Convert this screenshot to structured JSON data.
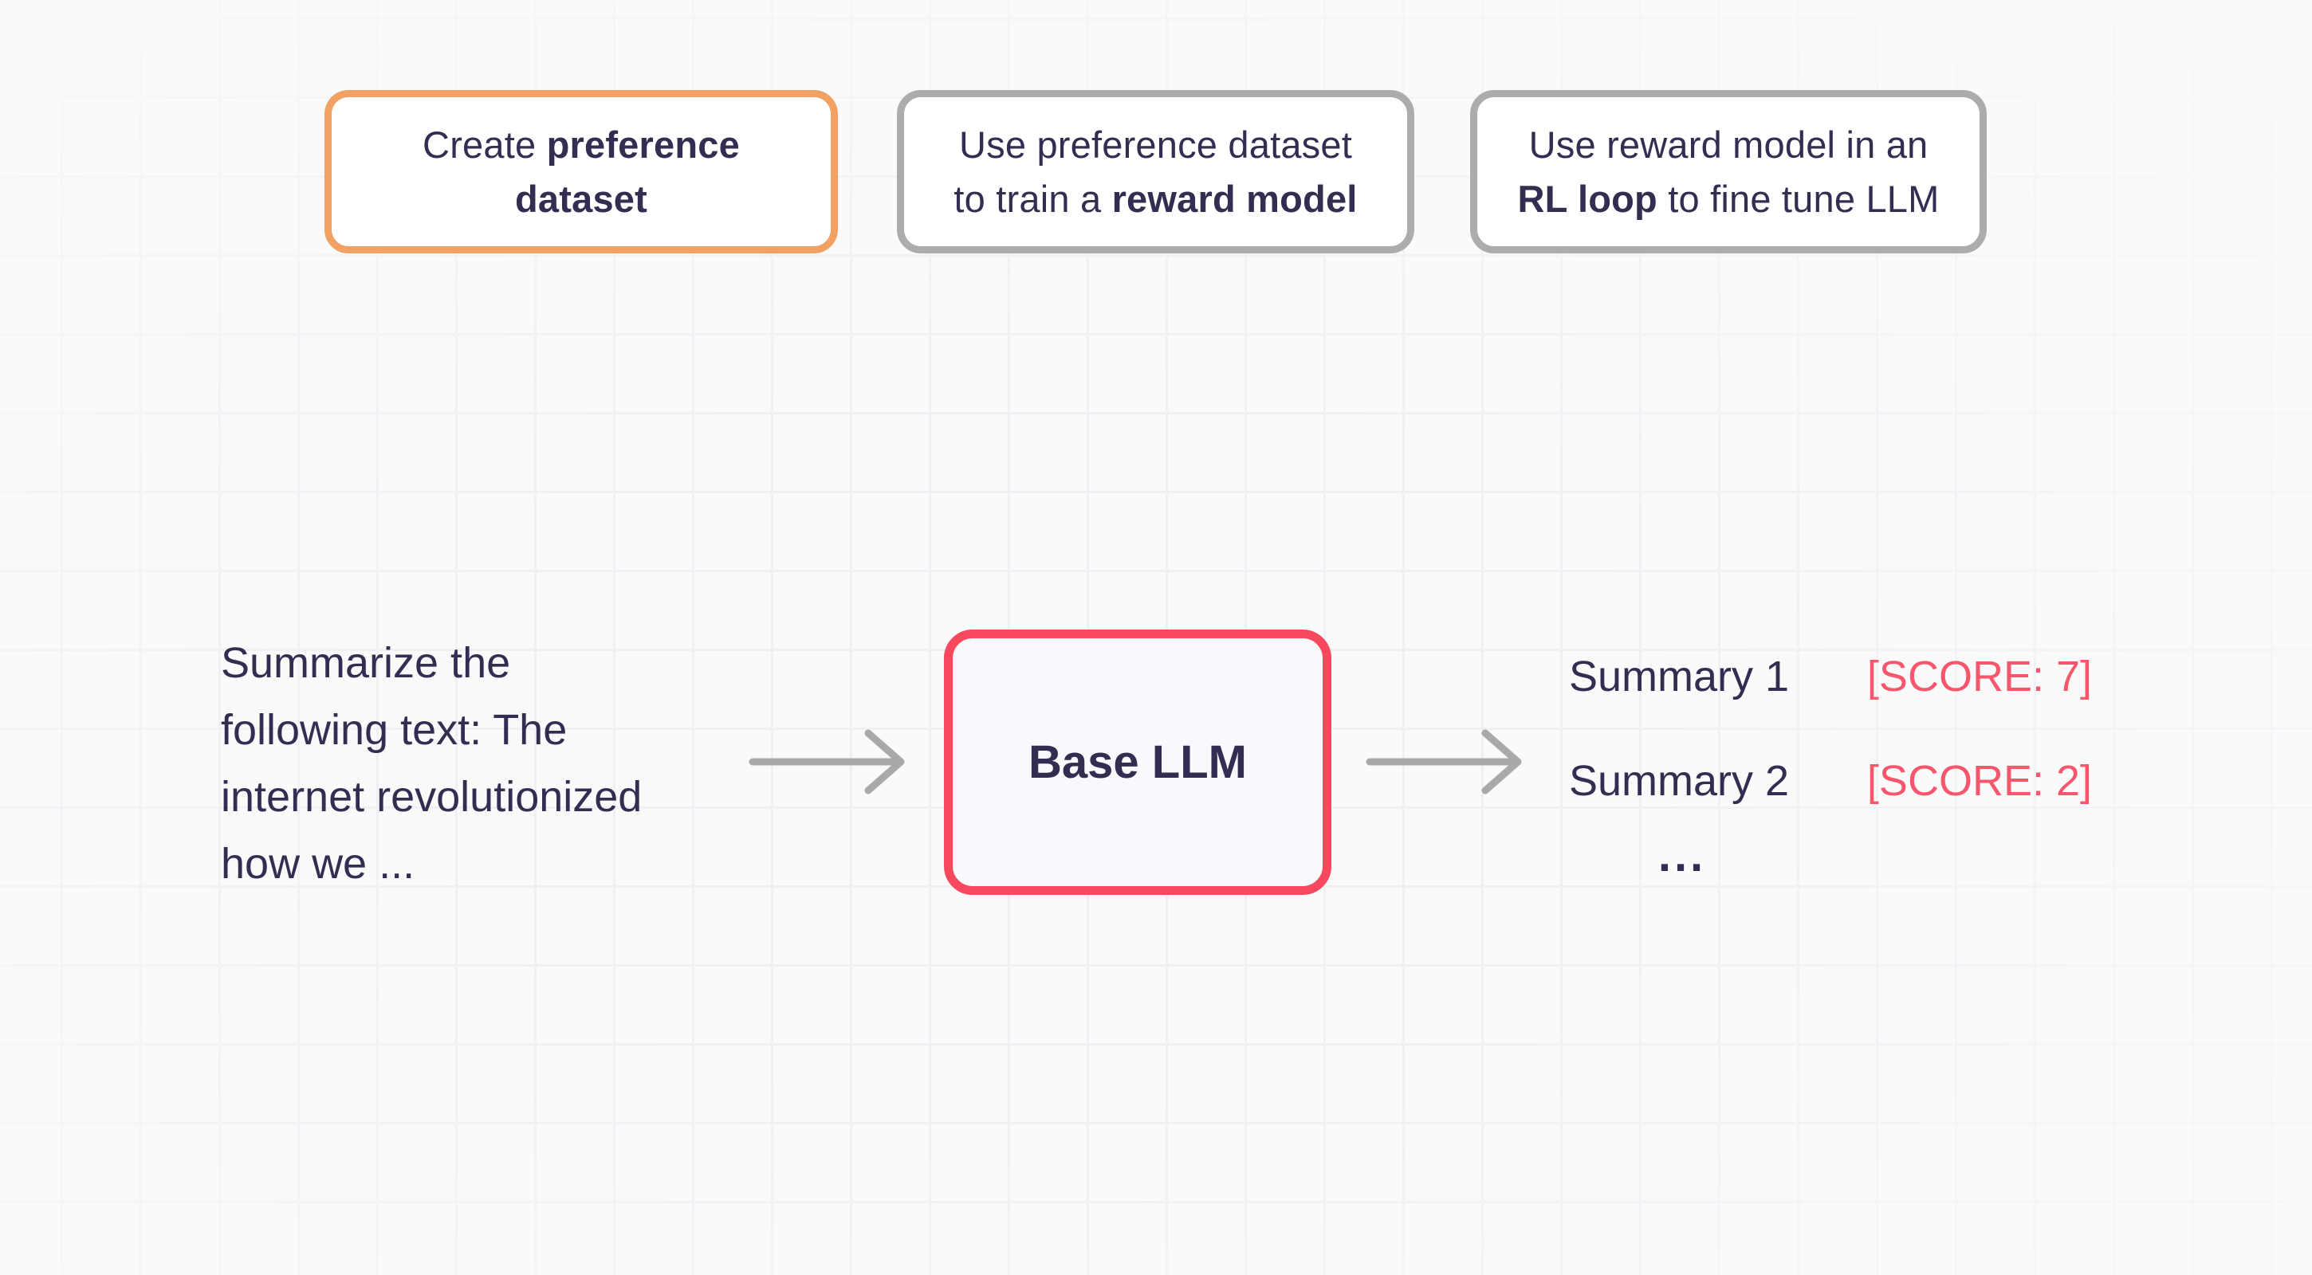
{
  "colors": {
    "background": "#fafafb",
    "grid_line": "#eef0f3",
    "text_dark": "#322e52",
    "step1_border": "#f2a164",
    "step_border_gray": "#acacac",
    "box_fill": "#ffffff",
    "model_border": "#f8485e",
    "model_fill": "#f7f9fc",
    "score_text": "#f6576c",
    "arrow": "#a9a9a9"
  },
  "steps": [
    {
      "line1_text": "Create ",
      "line1_bold": "preference",
      "line2_bold": "dataset"
    },
    {
      "line1_text": "Use preference dataset",
      "line2_text": "to train a ",
      "line2_bold": "reward model"
    },
    {
      "line1_text": "Use reward model in an",
      "line2_bold": "RL loop",
      "line2_text": " to fine tune LLM"
    }
  ],
  "prompt": {
    "lines": [
      "Summarize the",
      "following text: The",
      "internet revolutionized",
      "how we ..."
    ]
  },
  "model": {
    "label": "Base LLM"
  },
  "outputs": {
    "rows": [
      {
        "label": "Summary 1",
        "score": "[SCORE: 7]"
      },
      {
        "label": "Summary 2",
        "score": "[SCORE: 2]"
      }
    ],
    "more": "..."
  },
  "icons": {
    "arrow": "arrow-right-icon"
  }
}
